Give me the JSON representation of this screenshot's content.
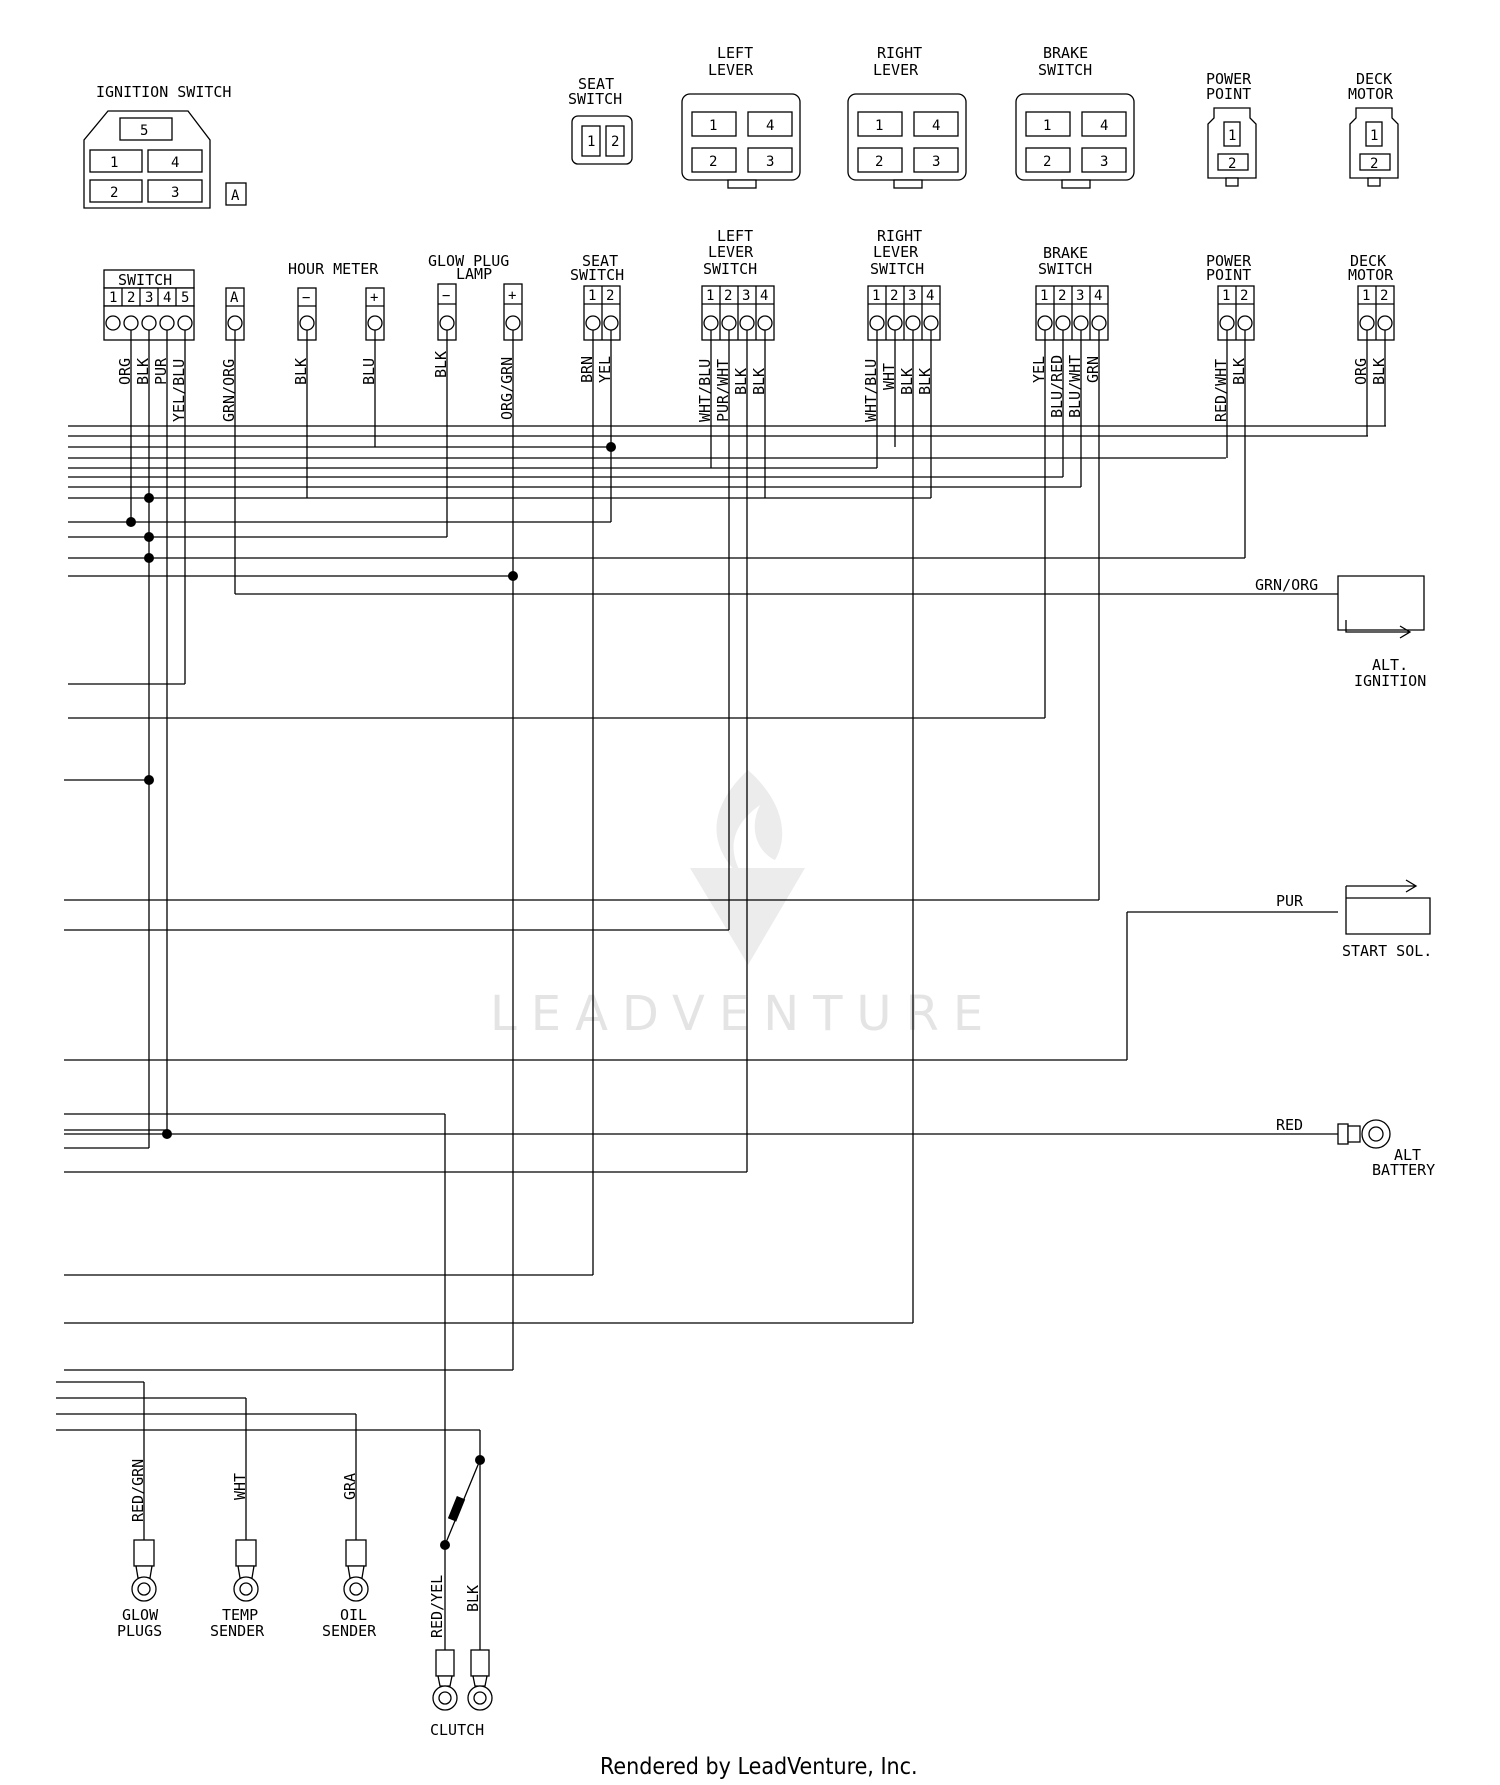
{
  "connectors_top": {
    "ignition_switch": {
      "title": "IGNITION SWITCH",
      "pins": [
        "5",
        "1",
        "4",
        "2",
        "3",
        "A"
      ]
    },
    "seat_switch": {
      "title": [
        "SEAT",
        "SWITCH"
      ],
      "pins": [
        "1",
        "2"
      ]
    },
    "left_lever": {
      "title": [
        "LEFT",
        "LEVER"
      ],
      "pins": [
        "1",
        "4",
        "2",
        "3"
      ]
    },
    "right_lever": {
      "title": [
        "RIGHT",
        "LEVER"
      ],
      "pins": [
        "1",
        "4",
        "2",
        "3"
      ]
    },
    "brake_switch": {
      "title": [
        "BRAKE",
        "SWITCH"
      ],
      "pins": [
        "1",
        "4",
        "2",
        "3"
      ]
    },
    "power_point": {
      "title": [
        "POWER",
        "POINT"
      ],
      "pins": [
        "1",
        "2"
      ]
    },
    "deck_motor": {
      "title": [
        "DECK",
        "MOTOR"
      ],
      "pins": [
        "1",
        "2"
      ]
    }
  },
  "harness_connectors": {
    "switch": {
      "title": "SWITCH",
      "pins": [
        "1",
        "2",
        "3",
        "4",
        "5"
      ],
      "wires": [
        "ORG",
        "BLK",
        "PUR",
        "YEL/BLU"
      ]
    },
    "a_terminal": {
      "pin": "A",
      "wire": "GRN/ORG"
    },
    "hour_meter": {
      "title": "HOUR METER",
      "pins": [
        "−",
        "+"
      ],
      "wires": [
        "BLK",
        "BLU"
      ]
    },
    "glow_plug_lamp": {
      "title": [
        "GLOW PLUG",
        "LAMP"
      ],
      "pins": [
        "−",
        "+"
      ],
      "wires": [
        "BLK",
        "ORG/GRN"
      ]
    },
    "seat_switch": {
      "title": [
        "SEAT",
        "SWITCH"
      ],
      "pins": [
        "1",
        "2"
      ],
      "wires": [
        "BRN",
        "YEL"
      ]
    },
    "left_lever_switch": {
      "title": [
        "LEFT",
        "LEVER",
        "SWITCH"
      ],
      "pins": [
        "1",
        "2",
        "3",
        "4"
      ],
      "wires": [
        "WHT/BLU",
        "PUR/WHT",
        "BLK",
        "BLK"
      ]
    },
    "right_lever_switch": {
      "title": [
        "RIGHT",
        "LEVER",
        "SWITCH"
      ],
      "pins": [
        "1",
        "2",
        "3",
        "4"
      ],
      "wires": [
        "WHT/BLU",
        "WHT",
        "BLK",
        "BLK"
      ]
    },
    "brake_switch": {
      "title": [
        "BRAKE",
        "SWITCH"
      ],
      "pins": [
        "1",
        "2",
        "3",
        "4"
      ],
      "wires": [
        "YEL",
        "BLU/RED",
        "BLU/WHT",
        "GRN"
      ]
    },
    "power_point": {
      "title": [
        "POWER",
        "POINT"
      ],
      "pins": [
        "1",
        "2"
      ],
      "wires": [
        "RED/WHT",
        "BLK"
      ]
    },
    "deck_motor": {
      "title": [
        "DECK",
        "MOTOR"
      ],
      "pins": [
        "1",
        "2"
      ],
      "wires": [
        "ORG",
        "BLK"
      ]
    }
  },
  "right_components": {
    "alt_ignition": {
      "wire": "GRN/ORG",
      "label": [
        "ALT.",
        "IGNITION"
      ]
    },
    "start_sol": {
      "wire": "PUR",
      "label": "START SOL."
    },
    "alt_battery": {
      "wire": "RED",
      "label": [
        "ALT",
        "BATTERY"
      ]
    }
  },
  "bottom_components": {
    "glow_plugs": {
      "wire": "RED/GRN",
      "label": [
        "GLOW",
        "PLUGS"
      ]
    },
    "temp_sender": {
      "wire": "WHT",
      "label": [
        "TEMP",
        "SENDER"
      ]
    },
    "oil_sender": {
      "wire": "GRA",
      "label": [
        "OIL",
        "SENDER"
      ]
    },
    "clutch": {
      "wires": [
        "RED/YEL",
        "BLK"
      ],
      "label": "CLUTCH"
    }
  },
  "watermark": "LEADVENTURE",
  "footer": "Rendered by LeadVenture, Inc."
}
